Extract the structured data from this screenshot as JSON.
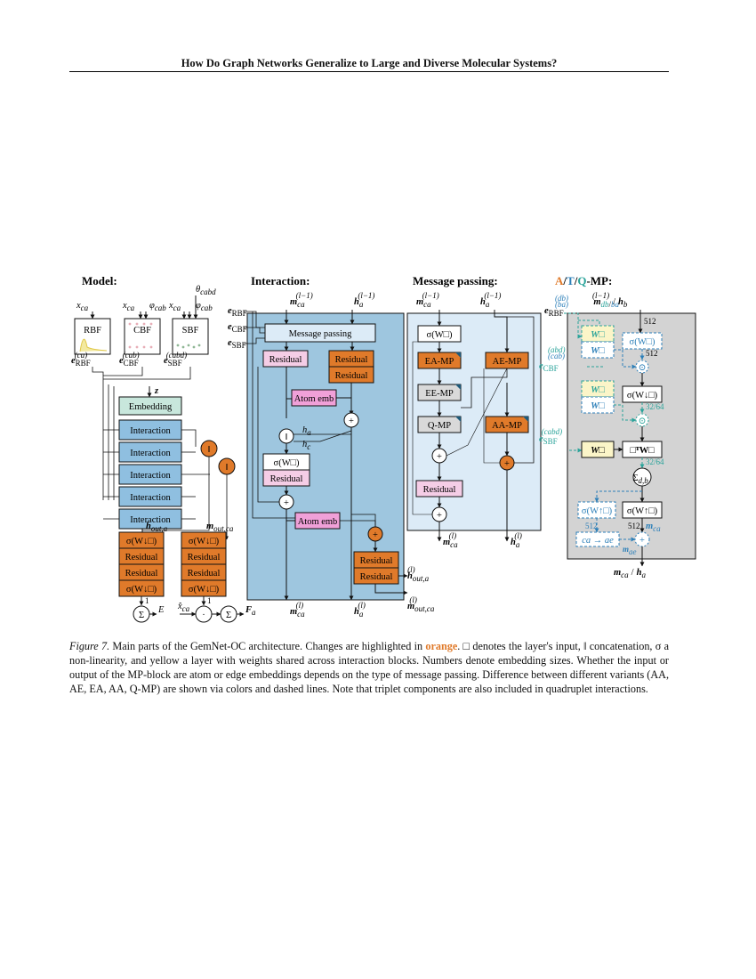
{
  "header": {
    "running_title": "How Do Graph Networks Generalize to Large and Diverse Molecular Systems?"
  },
  "figure": {
    "sections": {
      "model": "Model:",
      "interaction": "Interaction:",
      "message_passing": "Message passing:",
      "variants_a": "A",
      "variants_slash1": "/",
      "variants_t": "T",
      "variants_slash2": "/",
      "variants_q": "Q",
      "variants_mp": "-MP:"
    },
    "model": {
      "rbf": "RBF",
      "cbf": "CBF",
      "sbf": "SBF",
      "x_ca": "x",
      "x_ca_sub": "ca",
      "phi_cab": "φ",
      "phi_cab_sub": "cab",
      "theta_cabd": "θ",
      "theta_sub": "cabd",
      "e_rbf": "e",
      "e_rbf_sub": "RBF",
      "e_rbf_sup": "(ca)",
      "e_cbf": "e",
      "e_cbf_sub": "CBF",
      "e_cbf_sup": "(cab)",
      "e_sbf": "e",
      "e_sbf_sub": "SBF",
      "e_sbf_sup": "(cabd)",
      "z": "z",
      "embedding": "Embedding",
      "interactions": [
        "Interaction",
        "Interaction",
        "Interaction",
        "Interaction",
        "Interaction"
      ],
      "concat": "‖",
      "h_out": "h",
      "h_out_sub": "out,a",
      "m_out": "m",
      "m_out_sub": "out,ca",
      "left_stack": [
        "σ(W↓□)",
        "Residual",
        "Residual",
        "σ(W↓□)"
      ],
      "right_stack": [
        "σ(W↓□)",
        "Residual",
        "Residual",
        "σ(W↓□)"
      ],
      "sum": "Σ",
      "E": "E",
      "F": "F",
      "F_sub": "a",
      "xhat": "x̂",
      "xhat_sub": "ca",
      "one_a": "1",
      "one_b": "1",
      "dot": "·"
    },
    "interaction": {
      "e_rbf": "e",
      "e_rbf_sub": "RBF",
      "e_cbf": "e",
      "e_cbf_sub": "CBF",
      "e_sbf": "e",
      "e_sbf_sub": "SBF",
      "m_in": "m",
      "m_in_sub": "ca",
      "m_in_sup": "(l−1)",
      "h_in": "h",
      "h_in_sub": "a",
      "h_in_sup": "(l−1)",
      "message_passing": "Message passing",
      "residual_pink": "Residual",
      "residual_orange_1": "Residual",
      "residual_orange_2": "Residual",
      "atom_emb_1": "Atom emb",
      "atom_emb_2": "Atom emb",
      "plus": "+",
      "concat": "‖",
      "h_a": "h",
      "h_a_sub": "a",
      "h_c": "h",
      "h_c_sub": "c",
      "sigma_w": "σ(W□)",
      "residual_2": "Residual",
      "residual_b1": "Residual",
      "residual_b2": "Residual",
      "m_out": "m",
      "m_out_sub": "ca",
      "m_out_sup": "(l)",
      "h_out": "h",
      "h_out_sub": "a",
      "h_out_sup": "(l)",
      "h_out_a": "h",
      "h_out_a_sub": "out,a",
      "h_out_a_sup": "(l)",
      "m_out_ca": "m",
      "m_out_ca_sub": "out,ca",
      "m_out_ca_sup": "(l)"
    },
    "message_passing": {
      "m_in": "m",
      "m_in_sub": "ca",
      "m_in_sup": "(l−1)",
      "h_in": "h",
      "h_in_sub": "a",
      "h_in_sup": "(l−1)",
      "sigma_w": "σ(W□)",
      "ea_mp": "EA-MP",
      "ae_mp": "AE-MP",
      "ee_mp": "EE-MP",
      "q_mp": "Q-MP",
      "aa_mp": "AA-MP",
      "residual": "Residual",
      "plus": "+",
      "m_out": "m",
      "m_out_sub": "ca",
      "m_out_sup": "(l)",
      "h_out": "h",
      "h_out_sub": "a",
      "h_out_sup": "(l)"
    },
    "variants": {
      "e_rbf": "e",
      "e_rbf_sub": "RBF",
      "e_rbf_sup_top": "(db)",
      "e_rbf_sup_bot": "(ba)",
      "e_cbf": "e",
      "e_cbf_sub": "CBF",
      "e_cbf_sup_top": "(abd)",
      "e_cbf_sup_bot": "(cab)",
      "e_sbf": "e",
      "e_sbf_sub": "SBF",
      "e_sbf_sup": "(cabd)",
      "m_in": "m",
      "m_in_sub_1": "db",
      "m_in_sub_2": "ba",
      "m_in_sup": "(l−1)",
      "m_in_slash": "/",
      "h_b": "h",
      "h_b_sub": "b",
      "w_box": "W□",
      "sigma_w": "σ(W□)",
      "sigma_w_down": "σ(W↓□)",
      "odot": "⊙",
      "n512": "512",
      "n32_64": "32/64",
      "w_t": "□ᵀW□",
      "sum": "Σ",
      "sum_sub": "d,b",
      "sigma_w_up": "σ(W↑□)",
      "ca_ae": "ca → ae",
      "m_ca": "m",
      "m_ca_sub": "ca",
      "m_ae": "m",
      "m_ae_sub": "ae",
      "plus": "+",
      "out_m": "m",
      "out_m_sub": "ca",
      "out_slash": "/",
      "out_h": "h",
      "out_h_sub": "a"
    }
  },
  "caption": {
    "label": "Figure 7.",
    "part1": " Main parts of the GemNet-OC architecture. Changes are highlighted in ",
    "orange": "orange",
    "part2": ". □ denotes the layer's input, ‖ concatenation, σ a non-linearity, and yellow a layer with weights shared across interaction blocks. Numbers denote embedding sizes. Whether the input or output of the MP-block are atom or edge embeddings depends on the type of message passing. Difference between different variants (AA, AE, EA, AA, Q-MP) are shown via colors and dashed lines. Note that triplet components are also included in quadruplet interactions."
  },
  "colors": {
    "orange": "#e07a2a",
    "blue_panel": "#9ec6df",
    "light_blue_panel": "#dcebf7",
    "grey_panel": "#d3d3d3",
    "pink": "#f5cde6",
    "mint": "#c8e7dc",
    "interaction_blue": "#8fbfe0",
    "yellow": "#fbf5c8",
    "teal": "#2aa39a",
    "blue_text": "#2c7fb8",
    "grey_box": "#d9d9d9"
  }
}
